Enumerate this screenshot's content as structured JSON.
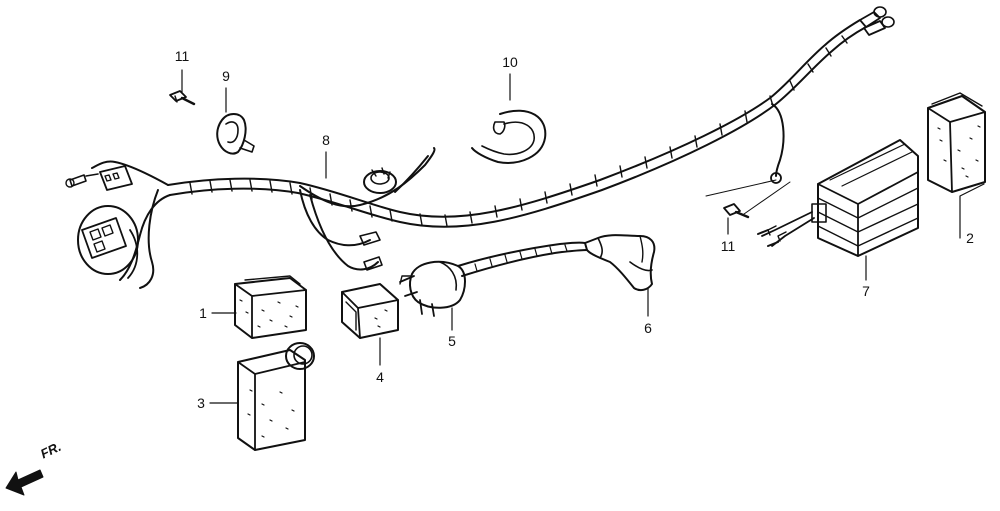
{
  "diagram": {
    "callouts": [
      {
        "id": "c1",
        "text": "1"
      },
      {
        "id": "c2",
        "text": "2"
      },
      {
        "id": "c3",
        "text": "3"
      },
      {
        "id": "c4",
        "text": "4"
      },
      {
        "id": "c5",
        "text": "5"
      },
      {
        "id": "c6",
        "text": "6"
      },
      {
        "id": "c7",
        "text": "7"
      },
      {
        "id": "c8",
        "text": "8"
      },
      {
        "id": "c9",
        "text": "9"
      },
      {
        "id": "c10",
        "text": "10"
      },
      {
        "id": "c11a",
        "text": "11"
      },
      {
        "id": "c11b",
        "text": "11"
      }
    ],
    "direction_label": "FR."
  }
}
